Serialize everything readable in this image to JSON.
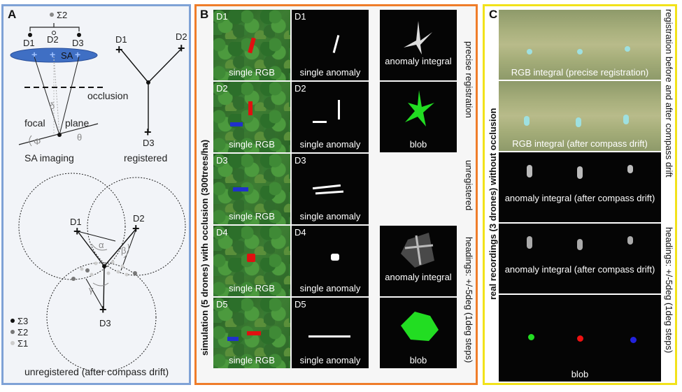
{
  "panel_labels": {
    "a": "A",
    "b": "B",
    "c": "C"
  },
  "panel_a": {
    "sigma_top": "Σ2",
    "drone_labels": [
      "D1",
      "D2",
      "D3"
    ],
    "sa_label": "SA",
    "occlusion_label": "occlusion",
    "delta_label": "δ",
    "focal_label": "focal",
    "plane_label": "plane",
    "phi_label": "Φ",
    "theta_label": "θ",
    "sa_imaging_label": "SA imaging",
    "registered_label": "registered",
    "alpha_label": "α",
    "beta_label": "β",
    "gamma_label": "γ",
    "legend": [
      "Σ3",
      "Σ2",
      "Σ1"
    ],
    "unregistered_caption": "unregistered (after compass drift)"
  },
  "panel_b": {
    "rows": [
      {
        "drone": "D1",
        "rgb_caption": "single RGB",
        "anomaly_caption": "single anomaly",
        "third_caption": "anomaly integral"
      },
      {
        "drone": "D2",
        "rgb_caption": "single RGB",
        "anomaly_caption": "single anomaly",
        "third_caption": "blob"
      },
      {
        "drone": "D3",
        "rgb_caption": "single RGB",
        "anomaly_caption": "single anomaly",
        "third_caption": ""
      },
      {
        "drone": "D4",
        "rgb_caption": "single RGB",
        "anomaly_caption": "single anomaly",
        "third_caption": "anomaly integral"
      },
      {
        "drone": "D5",
        "rgb_caption": "single RGB",
        "anomaly_caption": "single anomaly",
        "third_caption": "blob"
      }
    ],
    "side_labels": [
      "precise registration",
      "unregistered",
      "headings: +/-5deg (1deg steps)"
    ],
    "vertical_label": "simulation (5 drones) with occlusion (300trees/ha)"
  },
  "panel_c": {
    "images": [
      "RGB integral (precise registration)",
      "RGB integral (after compass drift)",
      "anomaly integral (after compass drift)",
      "anomaly integral (after compass drift)",
      "blob"
    ],
    "side_labels": [
      "registration before and after compass drift",
      "headings: +/-5deg (1deg steps)"
    ],
    "vertical_label": "real recordings (3 drones) without occlusion"
  },
  "colors": {
    "panel_a_border": "#7fa2d6",
    "panel_b_border": "#ef7d2a",
    "panel_c_border": "#f2e21a",
    "sa_ellipse": "#3f6fc4",
    "blob_green": "#22dd22"
  }
}
